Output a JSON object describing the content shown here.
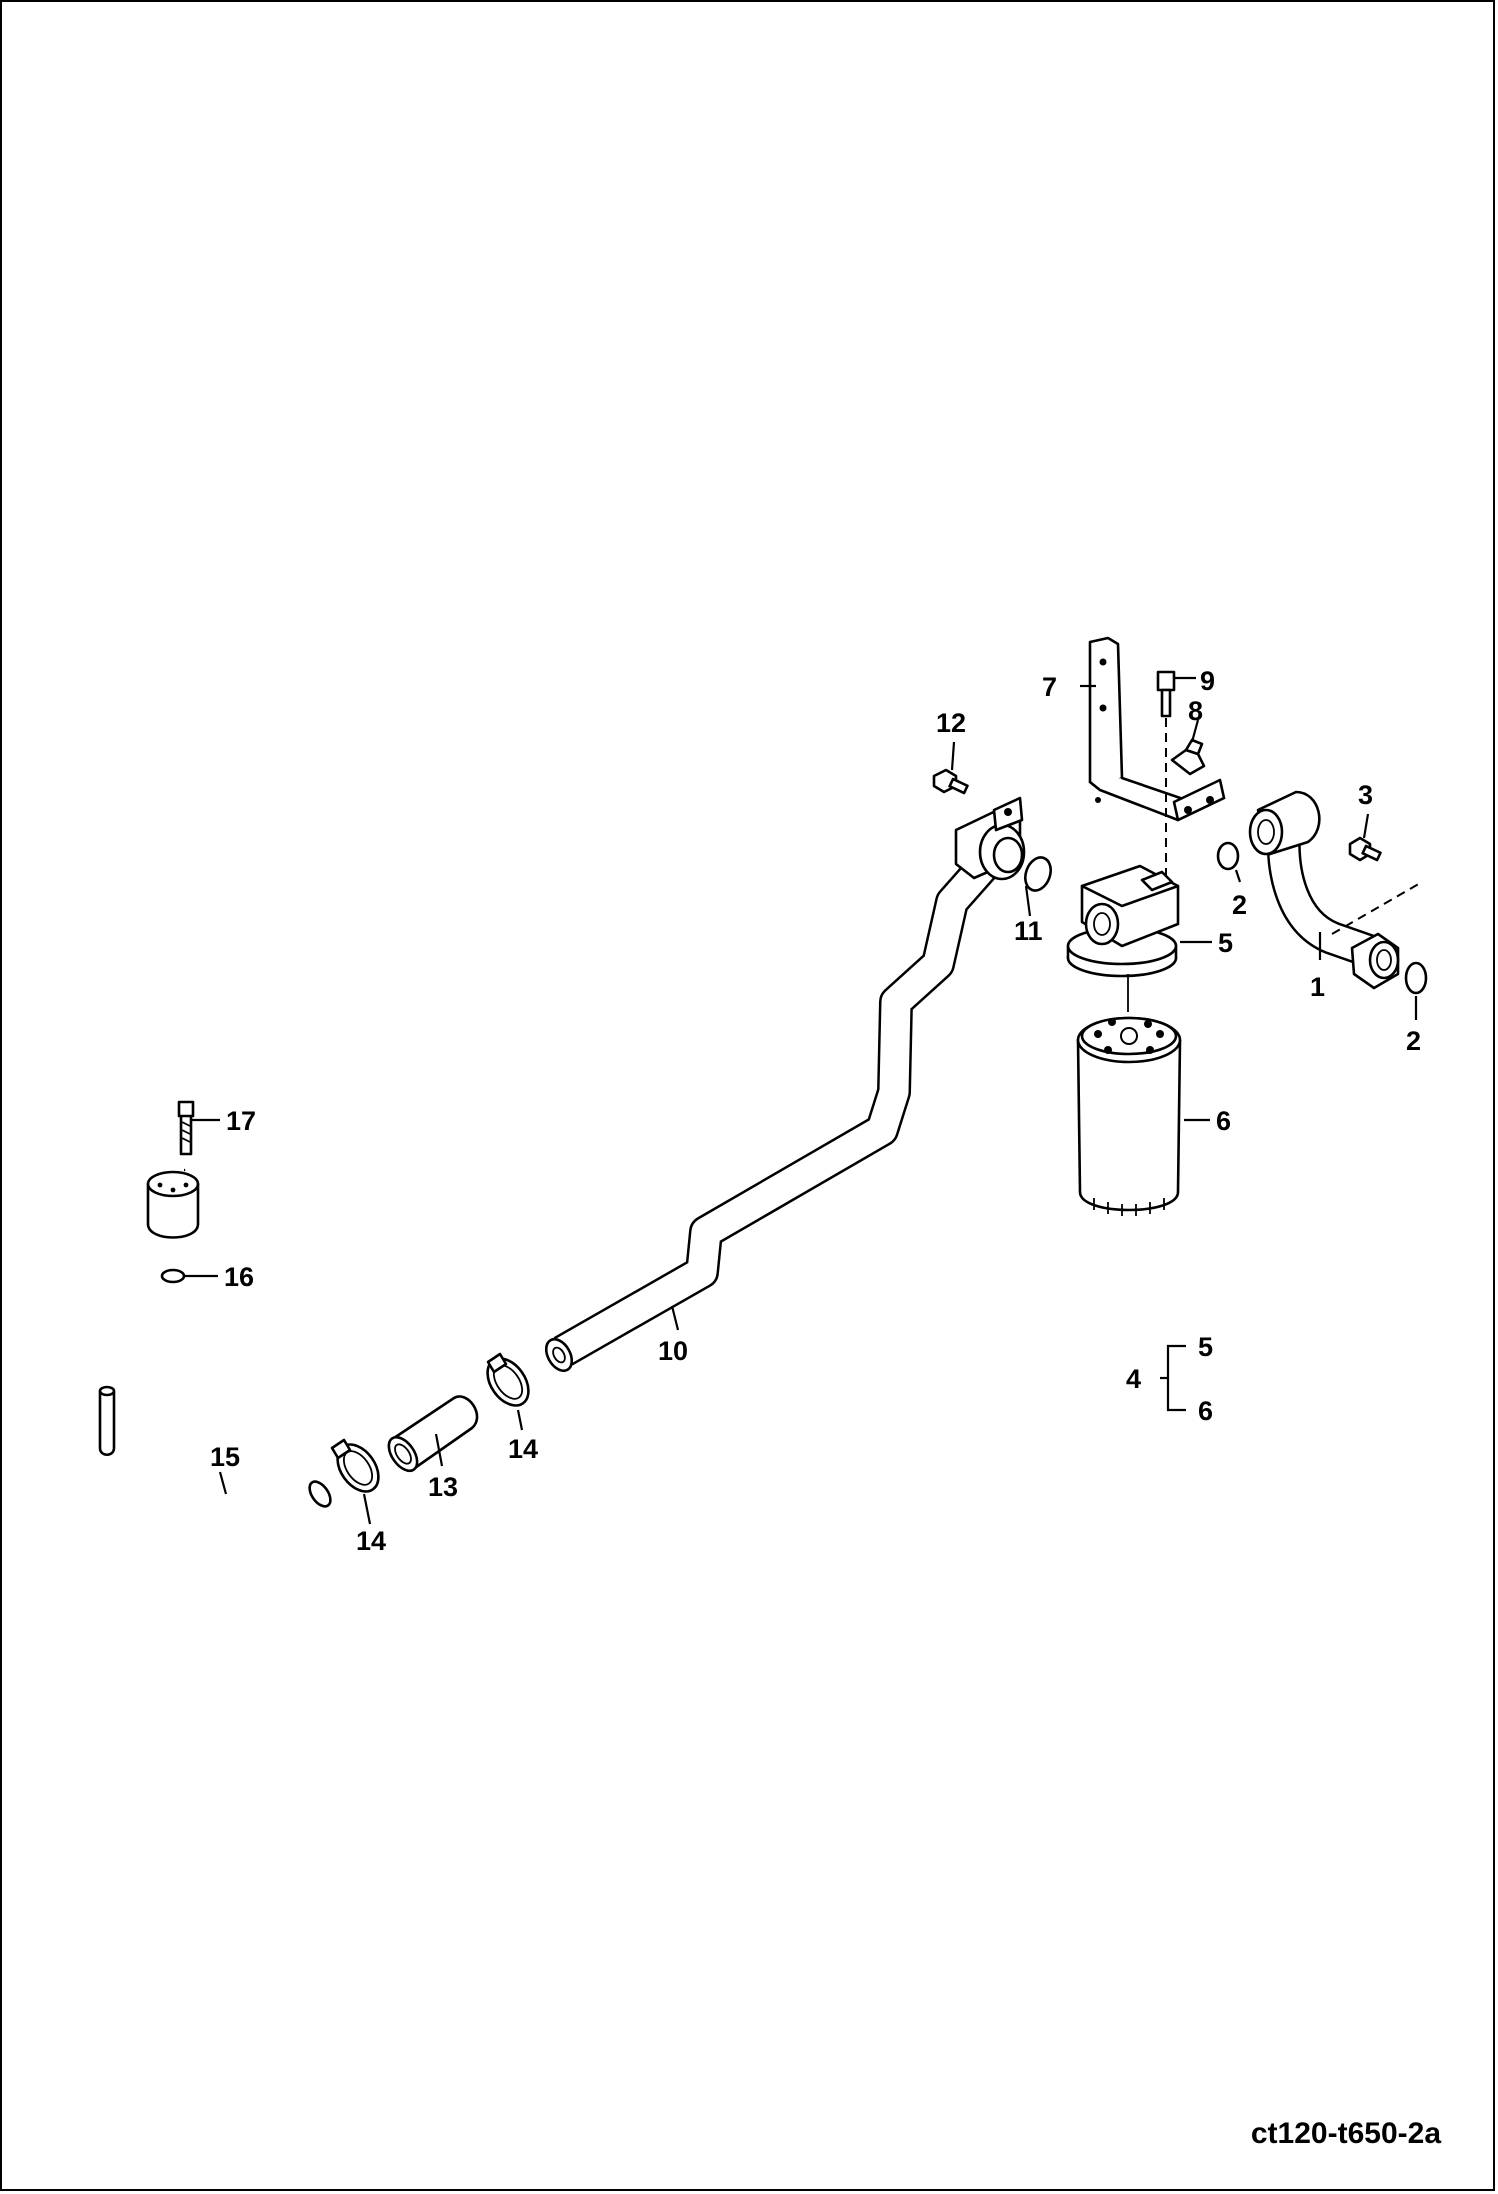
{
  "diagram_code": "ct120-t650-2a",
  "callouts": {
    "c1": "1",
    "c2a": "2",
    "c2b": "2",
    "c3": "3",
    "c4": "4",
    "c5a": "5",
    "c5b": "5",
    "c6a": "6",
    "c6b": "6",
    "c7": "7",
    "c8": "8",
    "c9": "9",
    "c10": "10",
    "c11": "11",
    "c12": "12",
    "c13": "13",
    "c14a": "14",
    "c14b": "14",
    "c15": "15",
    "c16": "16",
    "c17": "17"
  }
}
